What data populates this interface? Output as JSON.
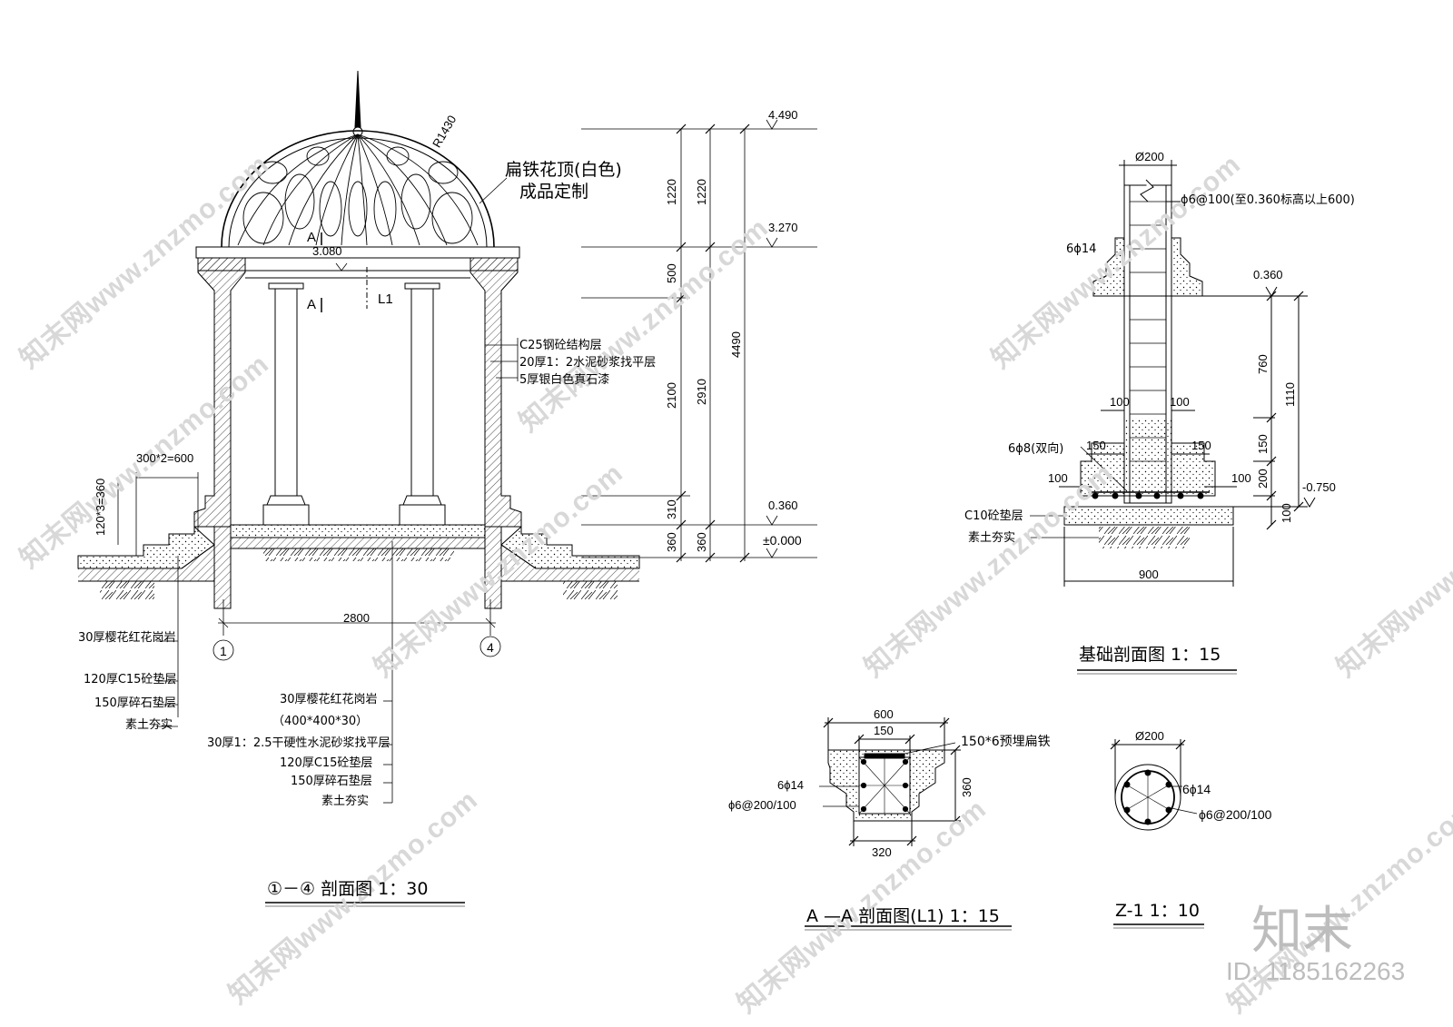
{
  "watermark": {
    "text": "知末网www.znzmo.com",
    "brand": "知末",
    "id": "ID: 1185162263"
  },
  "section_view": {
    "title": "①－④ 剖面图  1：30",
    "dome_note_1": "扁铁花顶(白色)",
    "dome_note_2": "成品定制",
    "radius": "R1430",
    "level_top": "4.490",
    "level_eave": "3.270",
    "level_beam": "3.080",
    "level_plinth": "0.360",
    "level_ground": "±0.000",
    "dims_outer": [
      "1220",
      "500",
      "2100",
      "310",
      "360"
    ],
    "dims_mid": [
      "1220",
      "2910",
      "360"
    ],
    "dim_total": "4490",
    "wall_notes": [
      "C25钢砼结构层",
      "20厚1：2水泥砂浆找平层",
      "5厚银白色真石漆"
    ],
    "step_width": "300*2=600",
    "step_height": "120*3=360",
    "span": "2800",
    "axis_1": "1",
    "axis_4": "4",
    "cut_a": "A",
    "beam_tag": "L1",
    "left_notes": [
      "30厚樱花红花岗岩",
      "120厚C15砼垫层",
      "150厚碎石垫层",
      "素土夯实"
    ],
    "floor_notes": [
      "30厚樱花红花岗岩",
      "（400*400*30）",
      "30厚1：2.5干硬性水泥砂浆找平层",
      "120厚C15砼垫层",
      "150厚碎石垫层",
      "素土夯实"
    ]
  },
  "foundation_view": {
    "title": "基础剖面图  1：15",
    "col_dia": "Ø200",
    "stirrup": "ϕ6@100(至0.360标高以上600)",
    "main_bar": "6ϕ14",
    "bottom_bar": "6ϕ8(双向)",
    "level_plinth": "0.360",
    "level_base": "-0.750",
    "dims_right": [
      "760",
      "150",
      "200",
      "100"
    ],
    "dim_total": "1110",
    "step_dims": [
      "100",
      "100",
      "150",
      "150",
      "100",
      "100"
    ],
    "base_width": "900",
    "notes": [
      "C10砼垫层",
      "素土夯实"
    ]
  },
  "beam_view": {
    "title": "A —A 剖面图(L1)  1：15",
    "width_top": "600",
    "width_inner": "150",
    "width_bottom": "320",
    "height": "360",
    "embed": "150*6预埋扁铁",
    "main_bar": "6ϕ14",
    "stirrup": "ϕ6@200/100"
  },
  "column_view": {
    "title": "Z-1 1：10",
    "dia": "Ø200",
    "main_bar": "6ϕ14",
    "stirrup": "ϕ6@200/100"
  }
}
